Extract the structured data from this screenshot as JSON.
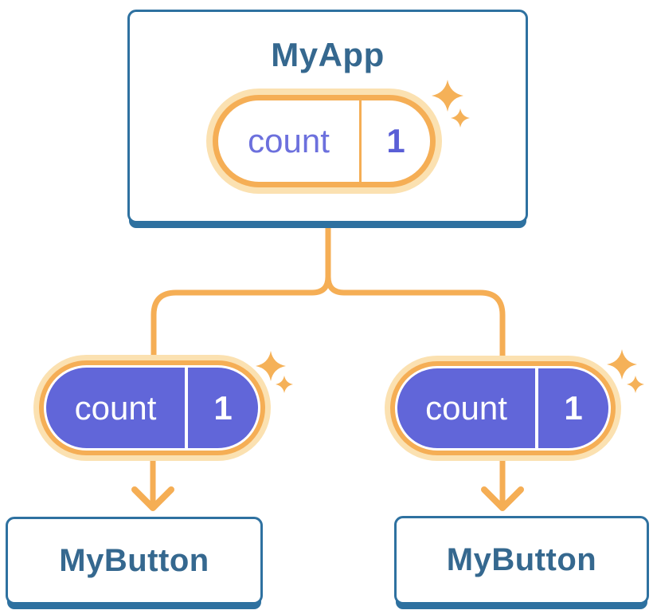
{
  "diagram": {
    "root": {
      "title": "MyApp",
      "state": {
        "name": "count",
        "value": "1"
      }
    },
    "children": [
      {
        "title": "MyButton",
        "state": {
          "name": "count",
          "value": "1"
        }
      },
      {
        "title": "MyButton",
        "state": {
          "name": "count",
          "value": "1"
        }
      }
    ],
    "icons": {
      "sparkle": "sparkle-icon",
      "arrow": "down-arrow-icon"
    },
    "colors": {
      "card_border_blue": "#2e71a0",
      "label_blue": "#35688f",
      "accent_orange": "#f5ae55",
      "halo_orange": "#fbe1b1",
      "state_purple": "#6166d9",
      "state_text_purple": "#6c70dd",
      "background": "#ffffff"
    }
  }
}
